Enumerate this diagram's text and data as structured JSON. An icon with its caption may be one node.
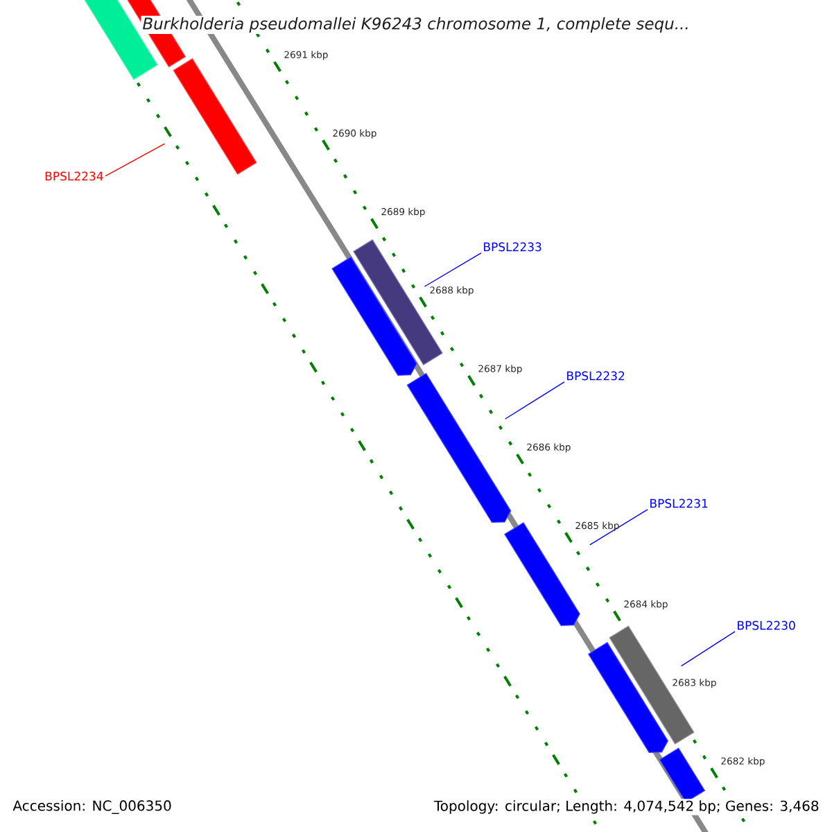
{
  "diagram": {
    "title": "Burkholderia pseudomallei K96243 chromosome 1, complete sequ...",
    "nodes": [
      {
        "text": [],
        "shape": "bar"
      },
      {
        "text": [],
        "shape": "bar"
      },
      {
        "text": [],
        "shape": "bar"
      },
      {
        "text": [
          "BPSL2234"
        ]
      },
      {
        "text": [
          "BPSL2233"
        ]
      },
      {
        "text": [],
        "shape": "bar"
      },
      {
        "text": [],
        "shape": "bar"
      },
      {
        "text": [
          "BPSL2232"
        ]
      },
      {
        "text": [],
        "shape": "bar"
      },
      {
        "text": [
          "BPSL2231"
        ]
      },
      {
        "text": [],
        "shape": "bar"
      },
      {
        "text": [
          "BPSL2230"
        ]
      },
      {
        "text": [],
        "shape": "bar"
      },
      {
        "text": [],
        "shape": "bar"
      },
      {
        "text": [],
        "shape": "bar"
      }
    ],
    "edges": [
      {
        "from": 3,
        "to": 2,
        "arrow": "none",
        "color": "#ff0000"
      },
      {
        "from": 4,
        "to": 6,
        "arrow": "none"
      },
      {
        "from": 7,
        "to": 8,
        "arrow": "none"
      },
      {
        "from": 9,
        "to": 10,
        "arrow": "none"
      },
      {
        "from": 11,
        "to": 13,
        "arrow": "none"
      }
    ],
    "labels": [
      "2691 kbp",
      "2690 kbp",
      "2689 kbp",
      "2688 kbp",
      "2687 kbp",
      "2686 kbp",
      "2685 kbp",
      "2684 kbp",
      "2683 kbp",
      "2682 kbp",
      "Accession: NC_006350",
      "Topology: circular; Length: 4,074,542 bp; Genes: 3,468"
    ]
  }
}
